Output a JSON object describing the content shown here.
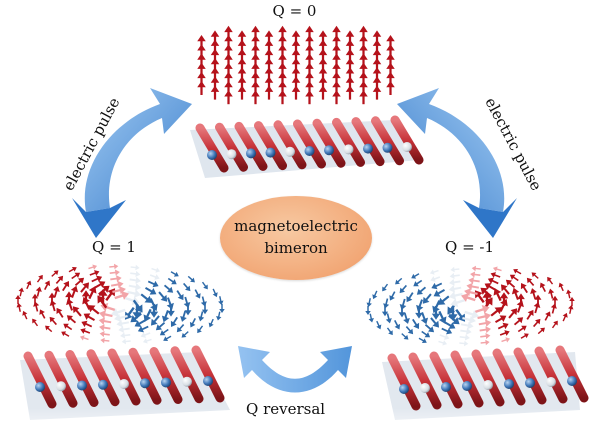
{
  "labels": {
    "top": "Q = 0",
    "left": "Q = 1",
    "right": "Q = -1",
    "bottom_arrow": "Q reversal",
    "pulse_left": "electric pulse",
    "pulse_right": "electric pulse"
  },
  "center": {
    "line1": "magnetoelectric",
    "line2": "bimeron"
  },
  "colors": {
    "spin_red": "#b5121b",
    "spin_pink": "#f2a4a8",
    "spin_blue": "#2e6aa8",
    "spin_white": "#e8eef4",
    "arrow_blue": "#4a90d9",
    "atom_red": "#c7343a",
    "atom_blue": "#3f77b8",
    "blob_orange": "#f2a877"
  },
  "icons": [
    "spin-arrow-icon",
    "curved-arrow-icon",
    "atomic-lattice-icon"
  ]
}
